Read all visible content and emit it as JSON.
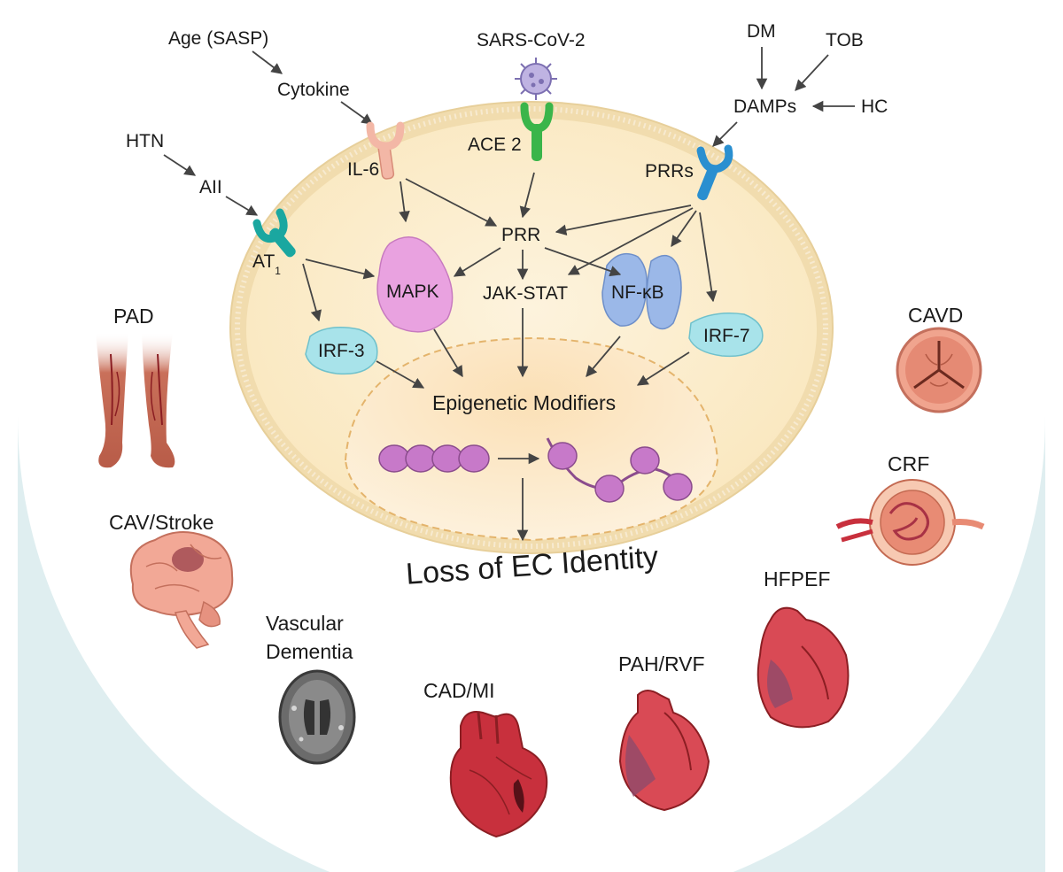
{
  "inputs": {
    "age": "Age (SASP)",
    "cytokine": "Cytokine",
    "sars": "SARS-CoV-2",
    "dm": "DM",
    "tob": "TOB",
    "damps": "DAMPs",
    "hc": "HC",
    "htn": "HTN",
    "aii": "AII"
  },
  "receptors": {
    "il6": "IL-6",
    "ace2": "ACE 2",
    "prrs": "PRRs",
    "at1": "AT",
    "at1_sub": "1"
  },
  "signaling": {
    "prr": "PRR",
    "mapk": "MAPK",
    "jak_stat": "JAK-STAT",
    "nfkb": "NF-κB",
    "irf3": "IRF-3",
    "irf7": "IRF-7"
  },
  "nucleus": {
    "epigenetic": "Epigenetic Modifiers",
    "outcome": "Loss of EC Identity"
  },
  "diseases": {
    "pad": "PAD",
    "cav_stroke": "CAV/Stroke",
    "vascular_dementia_1": "Vascular",
    "vascular_dementia_2": "Dementia",
    "cad_mi": "CAD/MI",
    "pah_rvf": "PAH/RVF",
    "hfpef": "HFPEF",
    "crf": "CRF",
    "cavd": "CAVD"
  },
  "colors": {
    "cell": "#fbecc8",
    "membrane": "#efd9a6",
    "arc": "#d9ecec",
    "mapk": "#e9a2e0",
    "nfkb": "#9bb8e8",
    "irf": "#a8e3ea",
    "receptor_il6": "#f3b7a6",
    "receptor_ace2": "#3ab54a",
    "receptor_prrs": "#2a8fd0",
    "receptor_at1": "#1aa7a0",
    "nucleosome": "#c779c9",
    "heart": "#c8303d"
  }
}
